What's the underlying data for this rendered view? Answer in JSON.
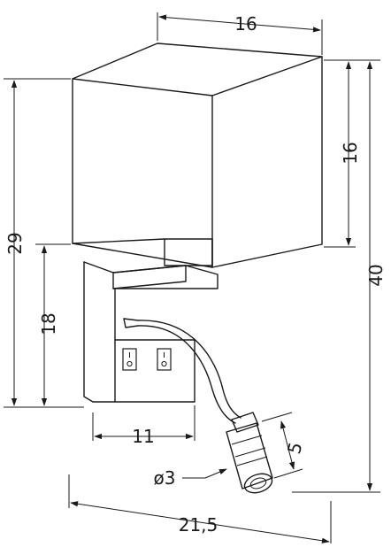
{
  "dimensions": {
    "shade_width": "16",
    "shade_height": "16",
    "total_height": "40",
    "lamp_body_height": "29",
    "back_plate_height": "18",
    "back_plate_width": "11",
    "total_depth": "21,5",
    "led_head_length": "5",
    "led_head_diameter": "ø3"
  },
  "switches": [
    {
      "on": "I",
      "off": "O"
    },
    {
      "on": "I",
      "off": "O"
    }
  ]
}
